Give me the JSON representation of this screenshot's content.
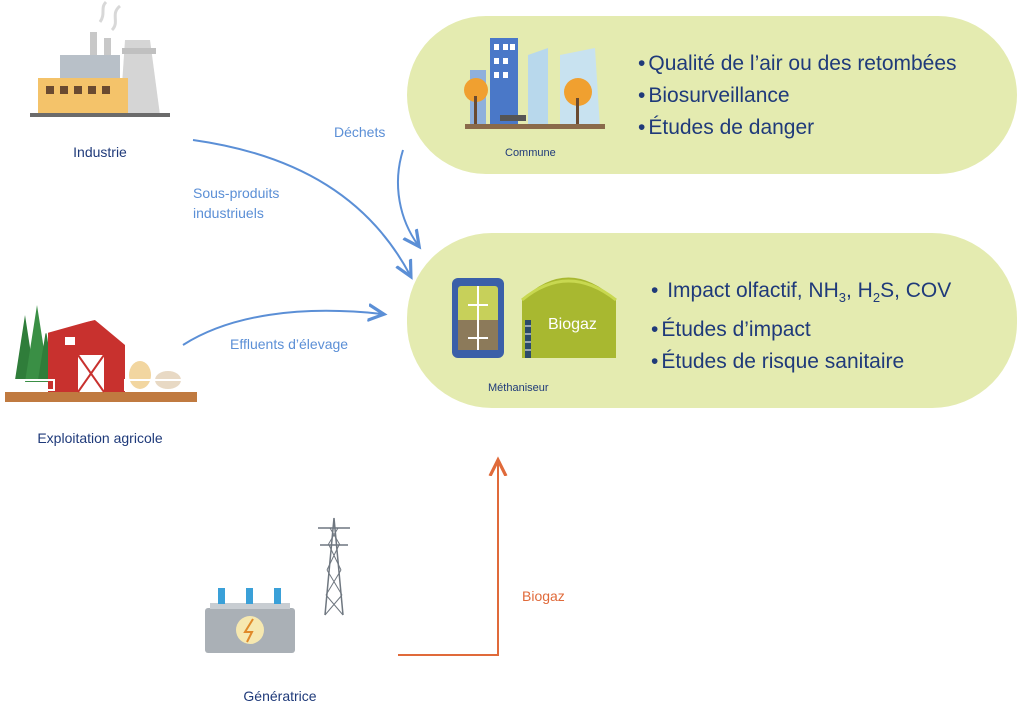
{
  "sources": {
    "industrie": "Industrie",
    "exploitation": "Exploitation agricole",
    "generatrice": "Génératrice"
  },
  "flows": {
    "dechets": "Déchets",
    "sous_produits": "Sous-produits industriuels",
    "effluents": "Effluents d’élevage",
    "biogaz": "Biogaz"
  },
  "commune": {
    "label": "Commune",
    "bullets": [
      "Qualité de l’air ou des retombées",
      "Biosurveillance",
      "Études de danger"
    ]
  },
  "methaniseur": {
    "label": "Méthaniseur",
    "tank_label": "Biogaz",
    "bullets": {
      "b1_prefix": "Impact olfactif, NH",
      "b1_sub1": "3",
      "b1_mid": ", H",
      "b1_sub2": "2",
      "b1_suffix": "S, COV",
      "b2": "Études d’impact",
      "b3": "Études de risque sanitaire"
    }
  },
  "colors": {
    "pill": "#e4ebb0",
    "text_dark": "#1f3a7a",
    "flow_blue": "#5b8fd6",
    "flow_orange": "#e06a3a"
  },
  "icons": [
    "factory-icon",
    "farm-icon",
    "city-icon",
    "digester-icon",
    "biogas-tank-icon",
    "generator-icon",
    "pylon-icon"
  ]
}
